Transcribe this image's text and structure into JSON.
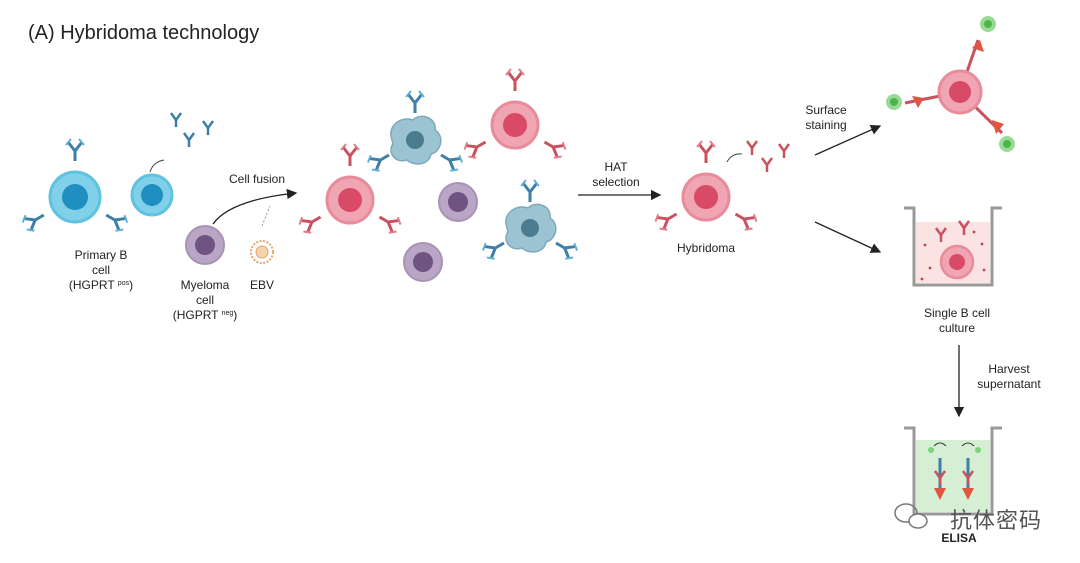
{
  "title": "(A) Hybridoma technology",
  "labels": {
    "primary_b_line1": "Primary B",
    "primary_b_line2": "cell",
    "primary_b_line3": "(HGPRT",
    "primary_b_sup": "pos",
    "primary_b_close": ")",
    "myeloma_line1": "Myeloma",
    "myeloma_line2": "cell",
    "myeloma_line3": "(HGPRT",
    "myeloma_sup": "neg",
    "myeloma_close": ")",
    "ebv": "EBV",
    "cell_fusion": "Cell fusion",
    "hat_line1": "HAT",
    "hat_line2": "selection",
    "hybridoma": "Hybridoma",
    "surface_line1": "Surface",
    "surface_line2": "staining",
    "single_b_line1": "Single B cell",
    "single_b_line2": "culture",
    "harvest_line1": "Harvest",
    "harvest_line2": "supernatant",
    "elisa": "ELISA"
  },
  "watermark": "抗体密码",
  "colors": {
    "b_cell": "#5fc2e0",
    "b_cell_nucleus": "#1e8fc0",
    "antibody_blue": "#3d7fa6",
    "hybridoma": "#e88b9b",
    "hybridoma_nucleus": "#d94a66",
    "antibody_red": "#c9525f",
    "myeloma": "#a893b5",
    "myeloma_nucleus": "#6f5482",
    "dying_cell": "#8db7c7",
    "ebv": "#e6a46a",
    "stain_green": "#7ed27a",
    "well_fill_pink": "#fbe3e3",
    "well_fill_green": "#d6efd4"
  }
}
